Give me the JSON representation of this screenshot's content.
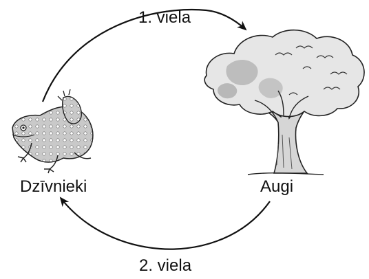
{
  "diagram": {
    "top_arrow_label": "1. viela",
    "bottom_arrow_label": "2. viela",
    "animals_label": "Dzīvnieki",
    "plants_label": "Augi",
    "left_node_icon": "frog-icon",
    "right_node_icon": "tree-icon",
    "line_color": "#111111"
  }
}
